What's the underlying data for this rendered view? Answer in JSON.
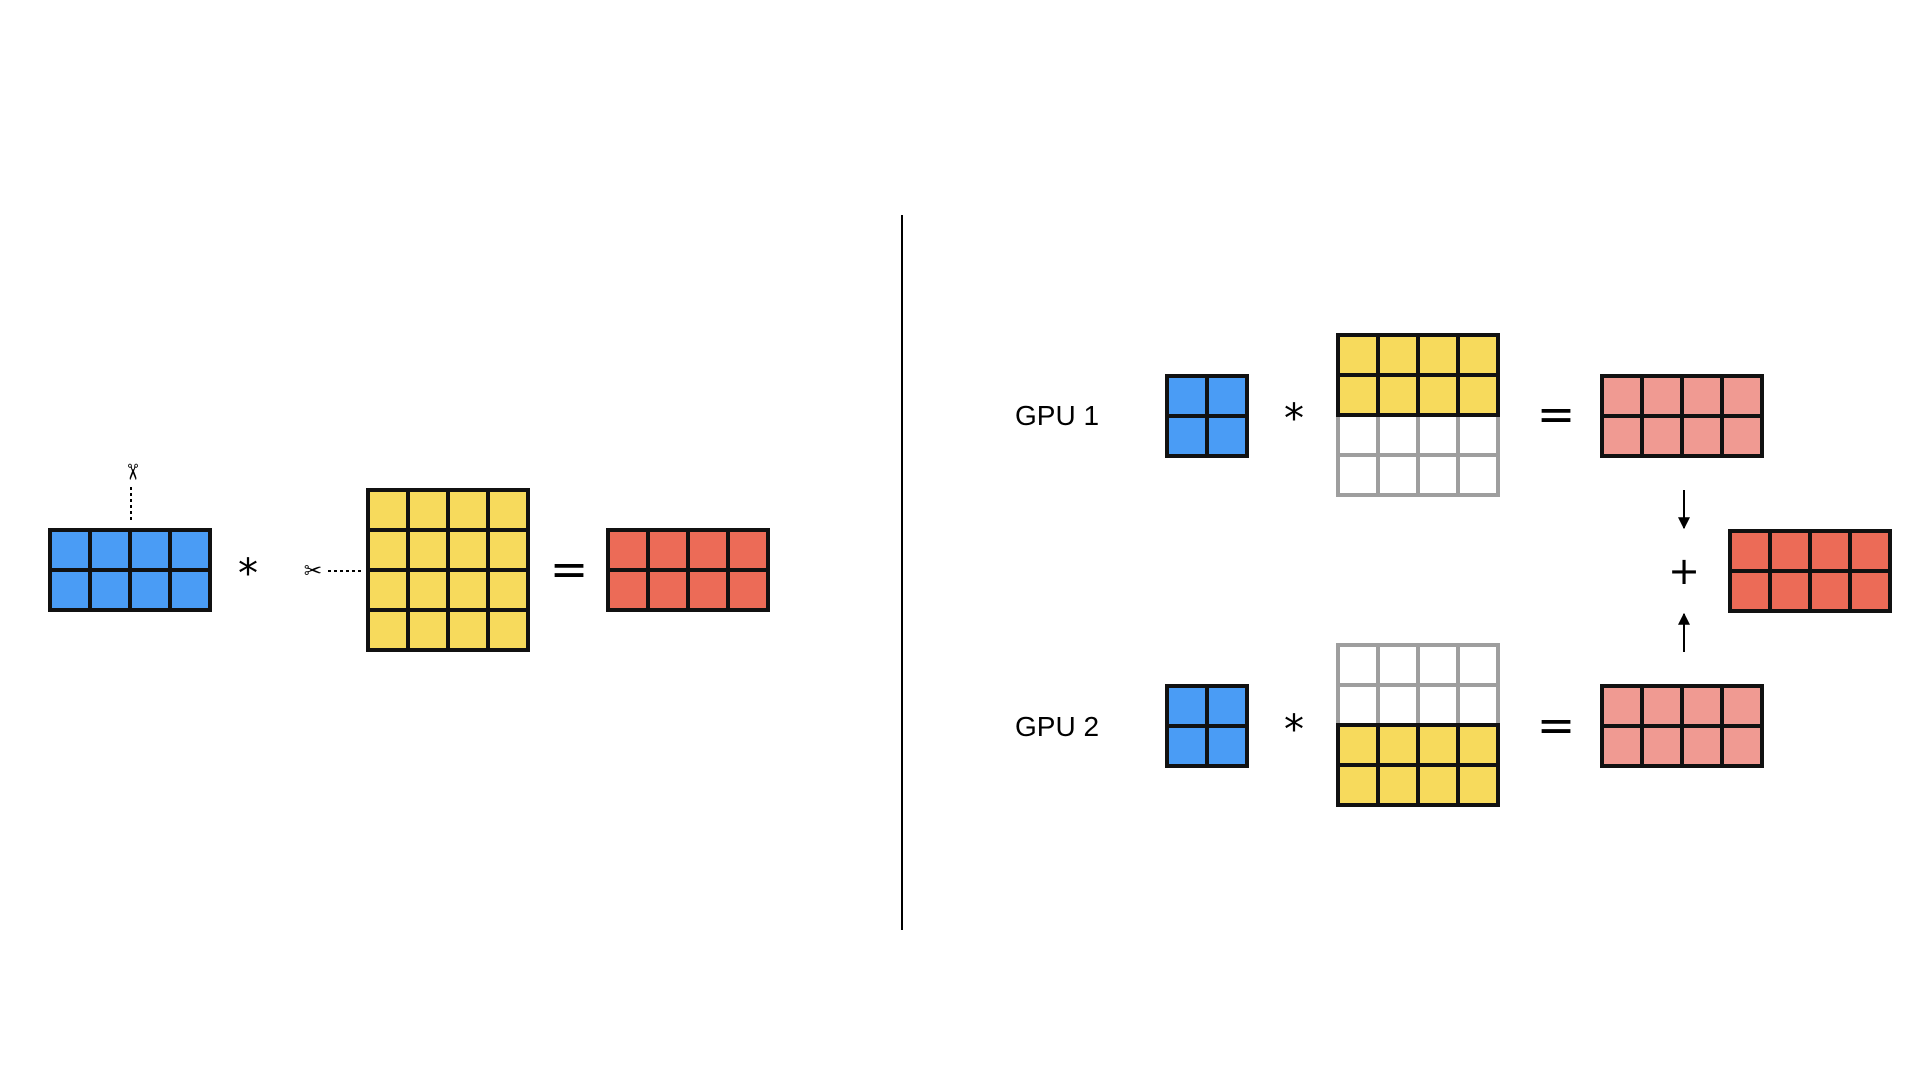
{
  "colors": {
    "input": "#4a9cf5",
    "weight": "#f7da5c",
    "output": "#ec6b57",
    "partial_output": "#f09a92",
    "inactive_border": "#9e9e9e",
    "border": "#111111",
    "empty_cell": "#ffffff"
  },
  "left_panel": {
    "input_matrix": {
      "rows": 2,
      "cols": 4
    },
    "multiply_op": "*",
    "weight_matrix": {
      "rows": 4,
      "cols": 4
    },
    "equals_op": "=",
    "output_matrix": {
      "rows": 2,
      "cols": 4
    },
    "cut_vertical_icon": "scissors-icon",
    "cut_horizontal_icon": "scissors-icon",
    "scissors_glyph": "✂"
  },
  "right_panel": {
    "gpus": [
      {
        "label": "GPU 1",
        "input_matrix": {
          "rows": 2,
          "cols": 2
        },
        "multiply_op": "*",
        "weight_matrix": {
          "rows": 4,
          "cols": 4,
          "active_rows": [
            0,
            1
          ]
        },
        "equals_op": "=",
        "partial_output": {
          "rows": 2,
          "cols": 4
        }
      },
      {
        "label": "GPU 2",
        "input_matrix": {
          "rows": 2,
          "cols": 2
        },
        "multiply_op": "*",
        "weight_matrix": {
          "rows": 4,
          "cols": 4,
          "active_rows": [
            2,
            3
          ]
        },
        "equals_op": "=",
        "partial_output": {
          "rows": 2,
          "cols": 4
        }
      }
    ],
    "sum_op": "+",
    "final_output": {
      "rows": 2,
      "cols": 4
    }
  }
}
